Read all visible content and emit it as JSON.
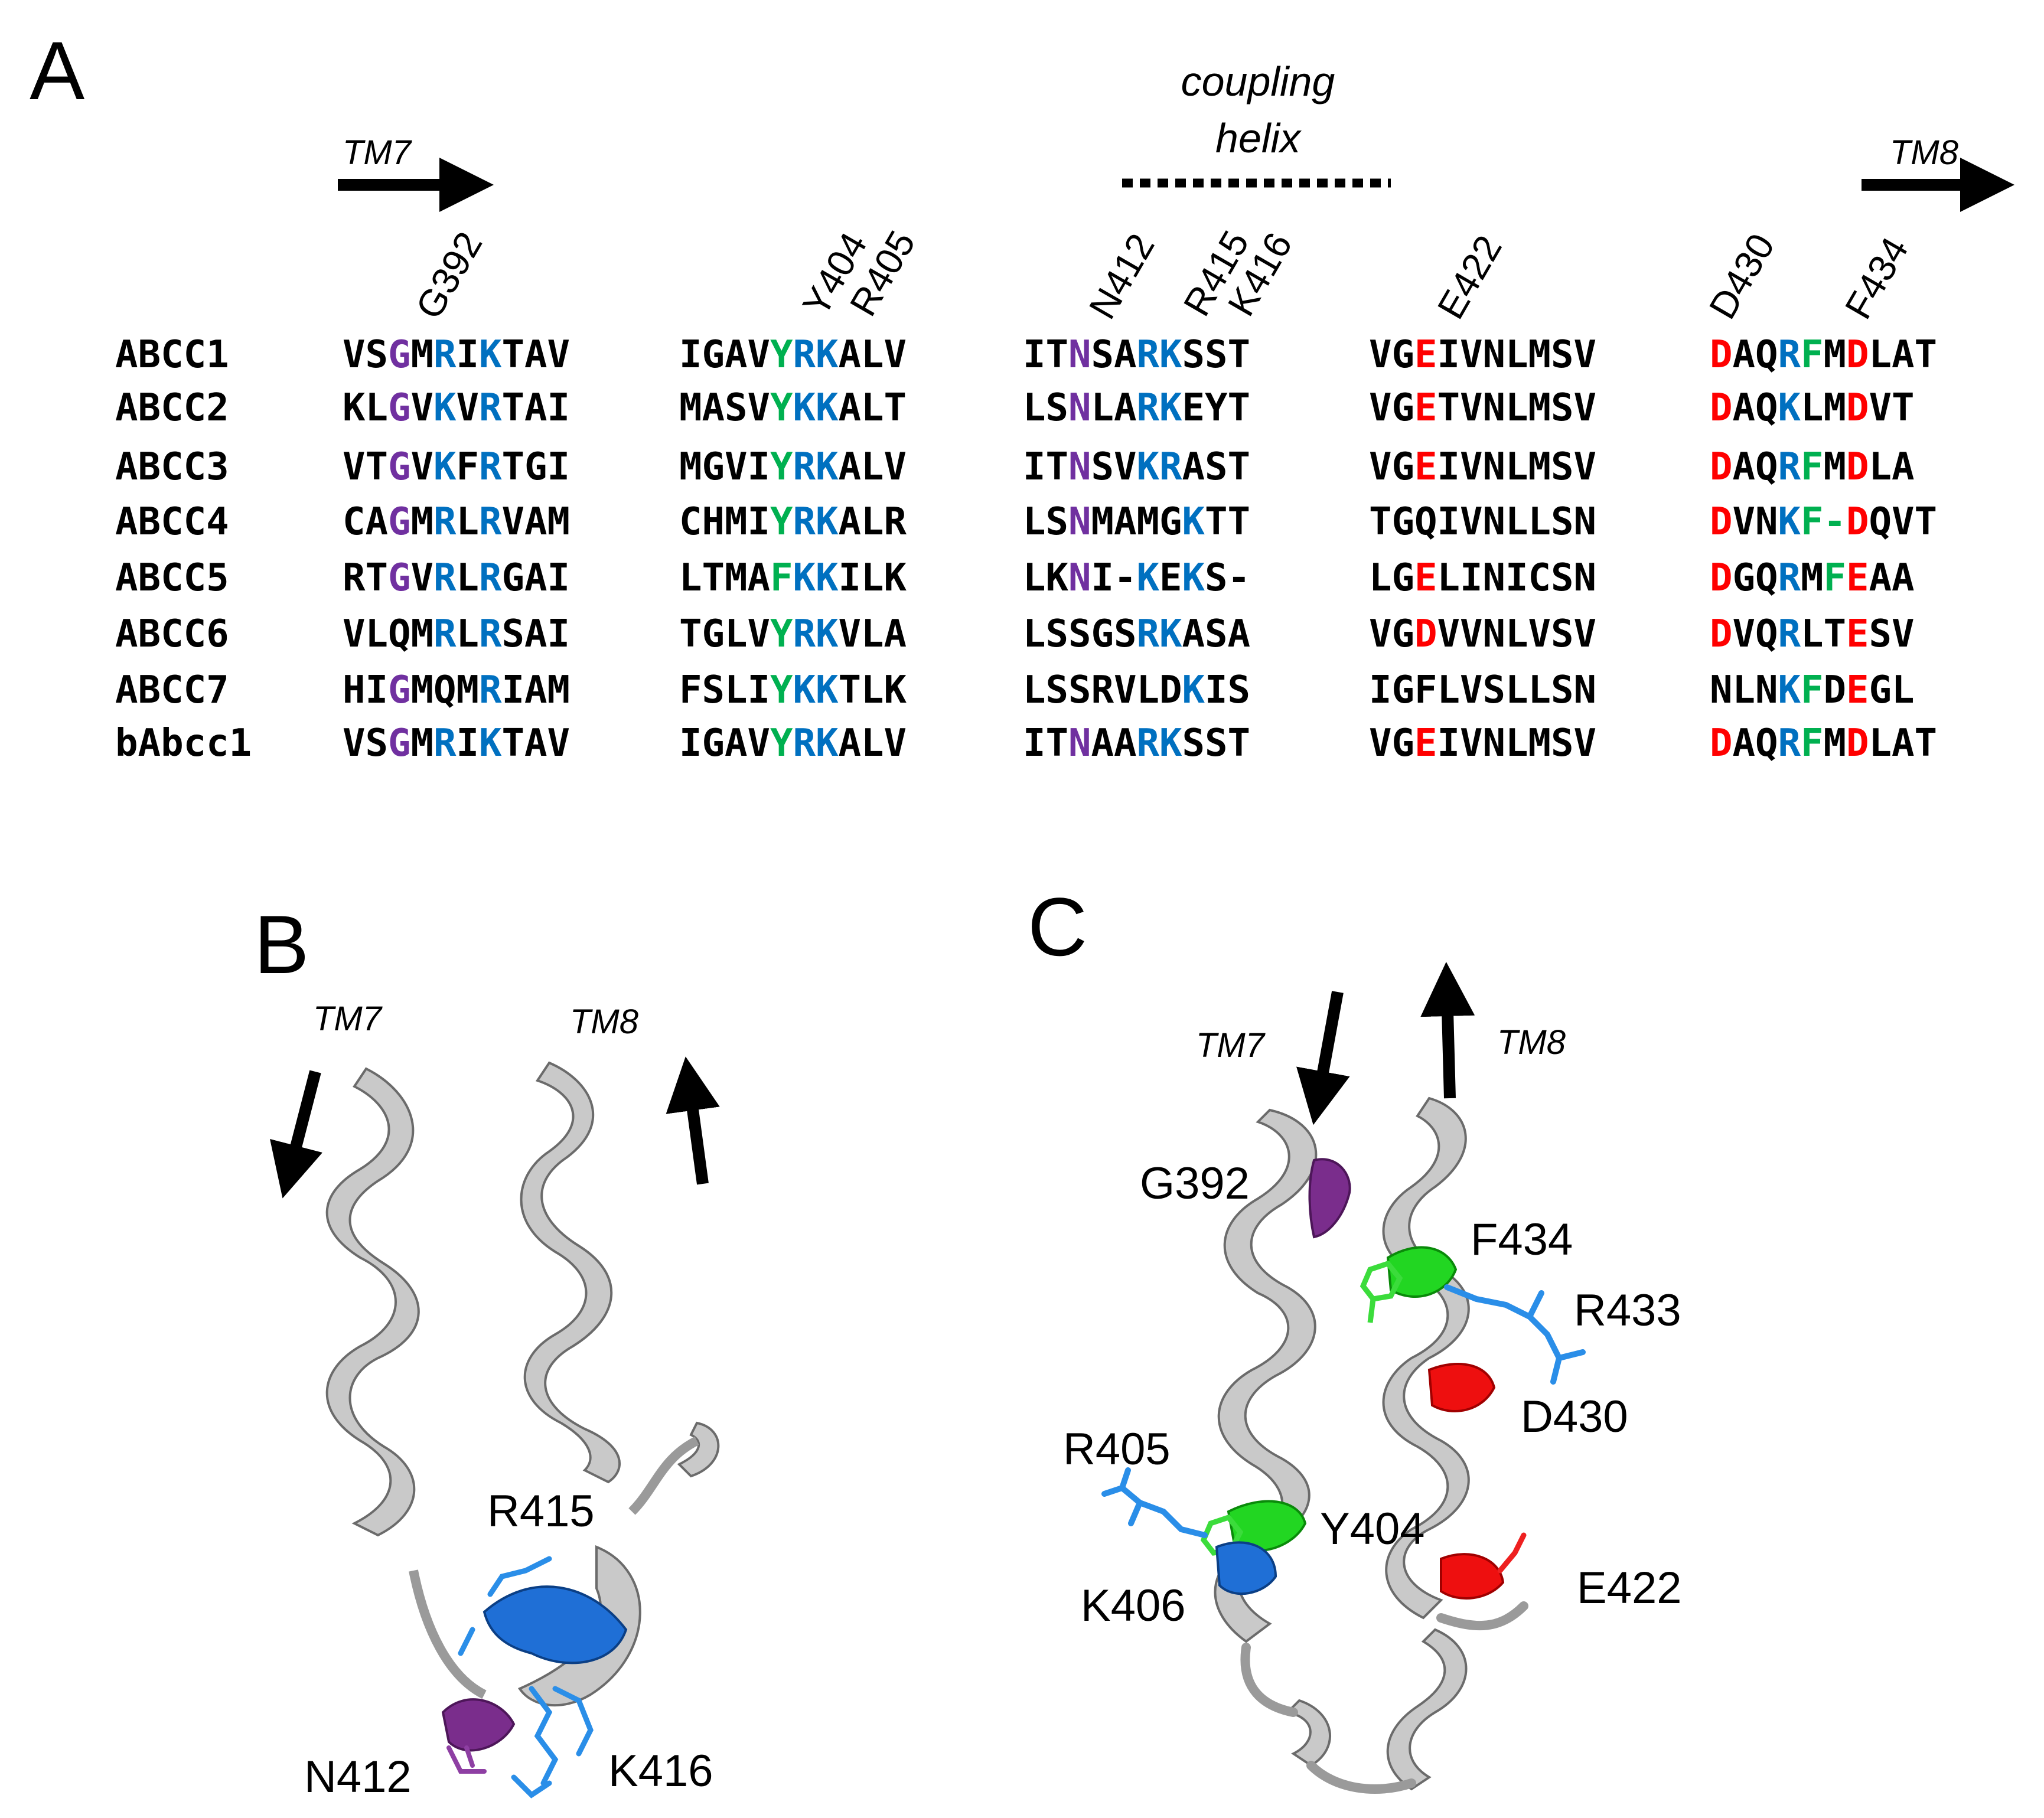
{
  "panels": {
    "a": "A",
    "b": "B",
    "c": "C"
  },
  "panel_a": {
    "tm7": "TM7",
    "tm8": "TM8",
    "helix_line1": "coupling",
    "helix_line2": "helix",
    "residue_labels": [
      "G392",
      "Y404",
      "R405",
      "N412",
      "R415",
      "K416",
      "E422",
      "D430",
      "F434"
    ]
  },
  "colors": {
    "purple": "#7030A0",
    "blue": "#0070C0",
    "green": "#00B050",
    "red": "#FF0000",
    "black": "#000000",
    "helix_gray": "#c9c9c9"
  },
  "alignment": [
    {
      "name": "ABCC1",
      "blocks": [
        "VSGMRIKTAV",
        "IGAVYRKALV",
        "ITNSARKSST",
        "VGEIVNLMSV",
        "DAQRFMDLAT"
      ],
      "marks": [
        "..p.b.b...",
        "....gbb...",
        "..p..bb...",
        "..r.......",
        "r..bg.r..."
      ]
    },
    {
      "name": "ABCC2",
      "blocks": [
        "KLGVKVRTAI",
        "MASVYKKALT",
        "LSNLARKEYT",
        "VGETVNLMSV",
        "DAQKLMDVT"
      ],
      "marks": [
        "..p.b.b...",
        "....gbb...",
        "..p..bb...",
        "..r.......",
        "r..b..r.."
      ]
    },
    {
      "name": "ABCC3",
      "blocks": [
        "VTGVKFRTGI",
        "MGVIYRKALV",
        "ITNSVKRAST",
        "VGEIVNLMSV",
        "DAQRFMDLA"
      ],
      "marks": [
        "..p.b.b...",
        "....gbb...",
        "..p..bb...",
        "..r.......",
        "r..bg.r.."
      ]
    },
    {
      "name": "ABCC4",
      "blocks": [
        "CAGMRLRVAM",
        "CHMIYRKALR",
        "LSNMAMGKTT",
        "TGQIVNLLSN",
        "DVNKF-DQVT"
      ],
      "marks": [
        "..p.b.b...",
        "....gbb...",
        "..p....b..",
        "..........",
        "r..bggr..."
      ]
    },
    {
      "name": "ABCC5",
      "blocks": [
        "RTGVRLRGAI",
        "LTMAFKKILK",
        "LKNI-KEKS-",
        "LGELINICSN",
        "DGQRMFEAA"
      ],
      "marks": [
        "..p.b.b...",
        "....gbb...",
        "..p..b.b..",
        "..r.......",
        "r..b.gr.."
      ]
    },
    {
      "name": "ABCC6",
      "blocks": [
        "VLQMRLRSAI",
        "TGLVYRKVLA",
        "LSSGSRKASA",
        "VGDVVNLVSV",
        "DVQRLTESV"
      ],
      "marks": [
        "....b.b...",
        "....gbb...",
        ".....bb...",
        "..r.......",
        "r..b..r.."
      ]
    },
    {
      "name": "ABCC7",
      "blocks": [
        "HIGMQMRIAM",
        "FSLIYKKTLK",
        "LSSRVLDKIS",
        "IGFLVSLLSN",
        "NLNKFDEGL"
      ],
      "marks": [
        "..p...b...",
        "....gbb...",
        ".......b..",
        "..........",
        "...bg.r.."
      ]
    },
    {
      "name": "bAbcc1",
      "blocks": [
        "VSGMRIKTAV",
        "IGAVYRKALV",
        "ITNAARKSST",
        "VGEIVNLMSV",
        "DAQRFMDLAT"
      ],
      "marks": [
        "..p.b.b...",
        "....gbb...",
        "..p..bb...",
        "..r.......",
        "r..bg.r..."
      ]
    }
  ],
  "panel_b": {
    "tm7": "TM7",
    "tm8": "TM8",
    "r415": "R415",
    "n412": "N412",
    "k416": "K416"
  },
  "panel_c": {
    "tm7": "TM7",
    "tm8": "TM8",
    "g392": "G392",
    "f434": "F434",
    "r433": "R433",
    "d430": "D430",
    "r405": "R405",
    "y404": "Y404",
    "k406": "K406",
    "e422": "E422"
  }
}
